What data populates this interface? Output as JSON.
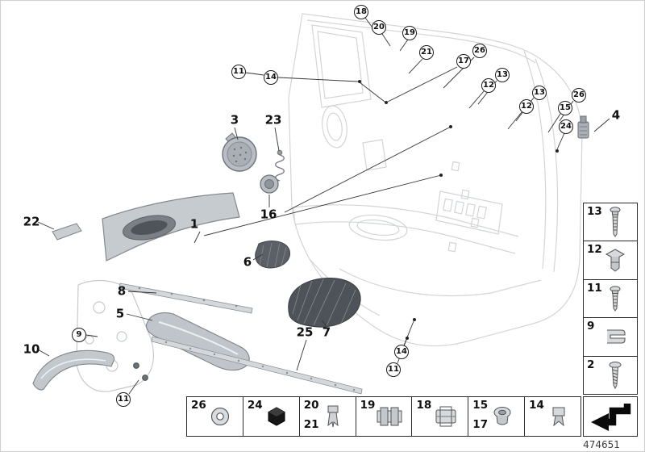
{
  "figure": {
    "part_number": "474651"
  },
  "callouts_circled": [
    {
      "label": "18"
    },
    {
      "label": "20"
    },
    {
      "label": "19"
    },
    {
      "label": "21"
    },
    {
      "label": "26"
    },
    {
      "label": "17"
    },
    {
      "label": "13"
    },
    {
      "label": "12"
    },
    {
      "label": "13"
    },
    {
      "label": "26"
    },
    {
      "label": "12"
    },
    {
      "label": "15"
    },
    {
      "label": "24"
    },
    {
      "label": "11"
    },
    {
      "label": "14"
    },
    {
      "label": "14"
    },
    {
      "label": "11"
    },
    {
      "label": "9"
    },
    {
      "label": "11"
    }
  ],
  "labels_plain": [
    {
      "label": "3"
    },
    {
      "label": "23"
    },
    {
      "label": "16"
    },
    {
      "label": "1"
    },
    {
      "label": "6"
    },
    {
      "label": "22"
    },
    {
      "label": "8"
    },
    {
      "label": "5"
    },
    {
      "label": "25"
    },
    {
      "label": "7"
    },
    {
      "label": "10"
    },
    {
      "label": "4"
    }
  ],
  "right_table": {
    "rows": [
      {
        "label": "13",
        "icon": "torx-screw-icon"
      },
      {
        "label": "12",
        "icon": "expansion-rivet-icon"
      },
      {
        "label": "11",
        "icon": "torx-screw-icon"
      },
      {
        "label": "9",
        "icon": "sheet-metal-clip-icon"
      },
      {
        "label": "2",
        "icon": "self-tapping-screw-icon"
      }
    ]
  },
  "bottom_table": {
    "cells": [
      {
        "labels": [
          "26"
        ],
        "icon": "washer-icon"
      },
      {
        "labels": [
          "24"
        ],
        "icon": "hex-nut-icon"
      },
      {
        "labels": [
          "20",
          "21"
        ],
        "icon": "expanding-clip-icon"
      },
      {
        "labels": [
          "19"
        ],
        "icon": "retaining-clip-wide-icon"
      },
      {
        "labels": [
          "18"
        ],
        "icon": "retaining-clip-icon"
      },
      {
        "labels": [
          "15",
          "17"
        ],
        "icon": "grommet-icon"
      },
      {
        "labels": [
          "14"
        ],
        "icon": "snap-clip-icon"
      }
    ]
  }
}
